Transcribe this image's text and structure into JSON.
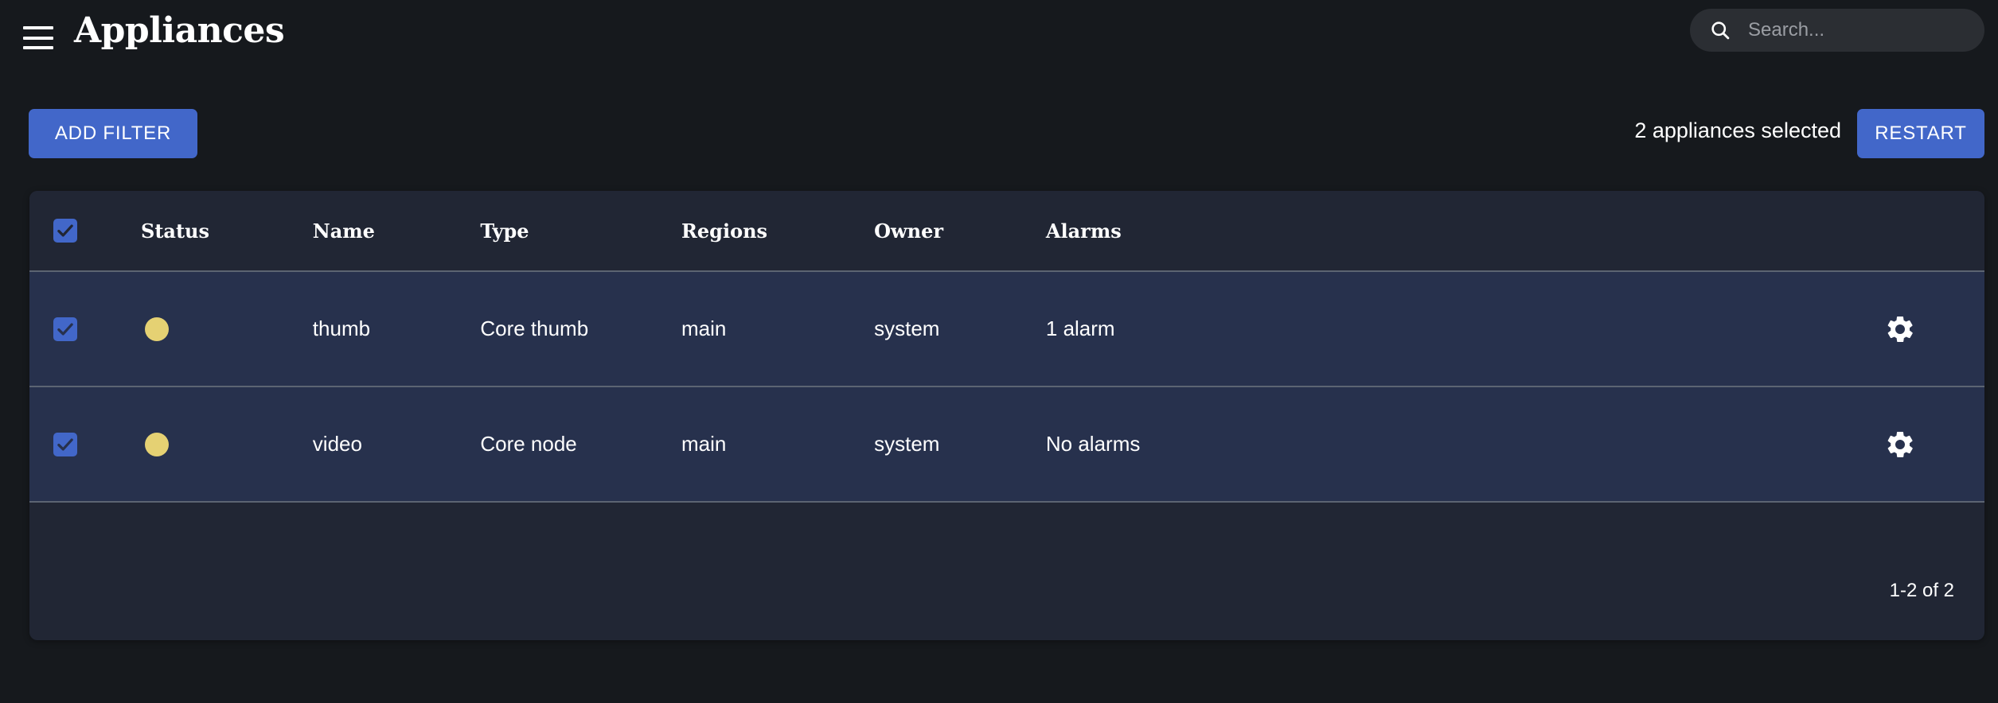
{
  "header": {
    "menu_icon": "hamburger-menu-icon",
    "title": "Appliances",
    "search": {
      "icon": "search-icon",
      "placeholder": "Search...",
      "value": ""
    }
  },
  "action_bar": {
    "add_filter_label": "ADD FILTER",
    "selected_text": "2 appliances selected",
    "restart_label": "RESTART"
  },
  "table": {
    "select_all_checked": true,
    "columns": [
      {
        "key": "checkbox",
        "label": ""
      },
      {
        "key": "status",
        "label": "Status"
      },
      {
        "key": "name",
        "label": "Name"
      },
      {
        "key": "type",
        "label": "Type"
      },
      {
        "key": "regions",
        "label": "Regions"
      },
      {
        "key": "owner",
        "label": "Owner"
      },
      {
        "key": "alarms",
        "label": "Alarms"
      },
      {
        "key": "actions",
        "label": ""
      }
    ],
    "rows": [
      {
        "selected": true,
        "status": "warning",
        "status_color": "#e5d173",
        "name": "thumb",
        "type": "Core thumb",
        "regions": "main",
        "owner": "system",
        "alarms": "1 alarm",
        "action_icon": "gear-icon"
      },
      {
        "selected": true,
        "status": "warning",
        "status_color": "#e5d173",
        "name": "video",
        "type": "Core node",
        "regions": "main",
        "owner": "system",
        "alarms": "No alarms",
        "action_icon": "gear-icon"
      }
    ],
    "pagination": "1-2 of 2"
  },
  "colors": {
    "page_background": "#16191d",
    "card_background": "#212634",
    "row_selected_background": "#27314d",
    "accent_blue": "#4267c9",
    "search_background": "#2b2e33",
    "row_divider": "#5c6472"
  }
}
